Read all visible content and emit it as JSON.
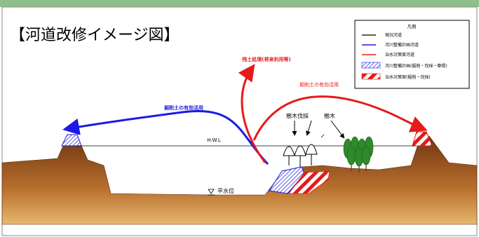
{
  "title": "【河道改修イメージ図】",
  "legend": {
    "heading": "凡例",
    "items": [
      {
        "label": "現況河道",
        "kind": "line",
        "color": "#000000"
      },
      {
        "label": "河川整備計画河道",
        "kind": "line",
        "color": "#1a1ae6"
      },
      {
        "label": "治水対策案河道",
        "kind": "line",
        "color": "#e61a1a"
      },
      {
        "label": "河川整備計画(掘削・伐採・築堤)",
        "kind": "swatch",
        "color": "#1a1ae6"
      },
      {
        "label": "治水対策案(掘削・伐採)",
        "kind": "swatch",
        "color": "#e61a1a"
      }
    ]
  },
  "annotations": {
    "surplus_soil": "残土処理(将来利用等)",
    "excavated_red": "掘削土の有効活用",
    "excavated_blue": "掘削土の有効活用",
    "tree_felling": "樹木伐採",
    "trees": "樹木",
    "hwl": "H.W.L",
    "low_water": "平水位"
  },
  "colors": {
    "blue": "#1a1ae6",
    "red": "#e61a1a",
    "ground_dark": "#7a3e12",
    "ground_light": "#d9a055",
    "water": "#c9eef2",
    "tree_green": "#2f8a2a"
  }
}
